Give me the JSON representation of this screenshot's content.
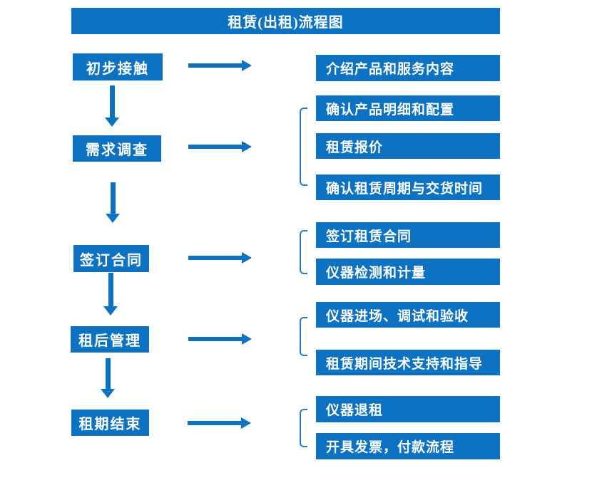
{
  "title": "租赁(出租)流程图",
  "colors": {
    "primary": "#0d72c2",
    "bracket": "#2e78c0",
    "text": "#ffffff"
  },
  "steps": [
    {
      "label": "初步接触",
      "outputs": [
        "介绍产品和服务内容"
      ]
    },
    {
      "label": "需求调查",
      "outputs": [
        "确认产品明细和配置",
        "租赁报价",
        "确认租赁周期与交货时间"
      ]
    },
    {
      "label": "签订合同",
      "outputs": [
        "签订租赁合同",
        "仪器检测和计量"
      ]
    },
    {
      "label": "租后管理",
      "outputs": [
        "仪器进场、调试和验收",
        "租赁期间技术支持和指导"
      ]
    },
    {
      "label": "租期结束",
      "outputs": [
        "仪器退租",
        "开具发票，付款流程"
      ]
    }
  ]
}
